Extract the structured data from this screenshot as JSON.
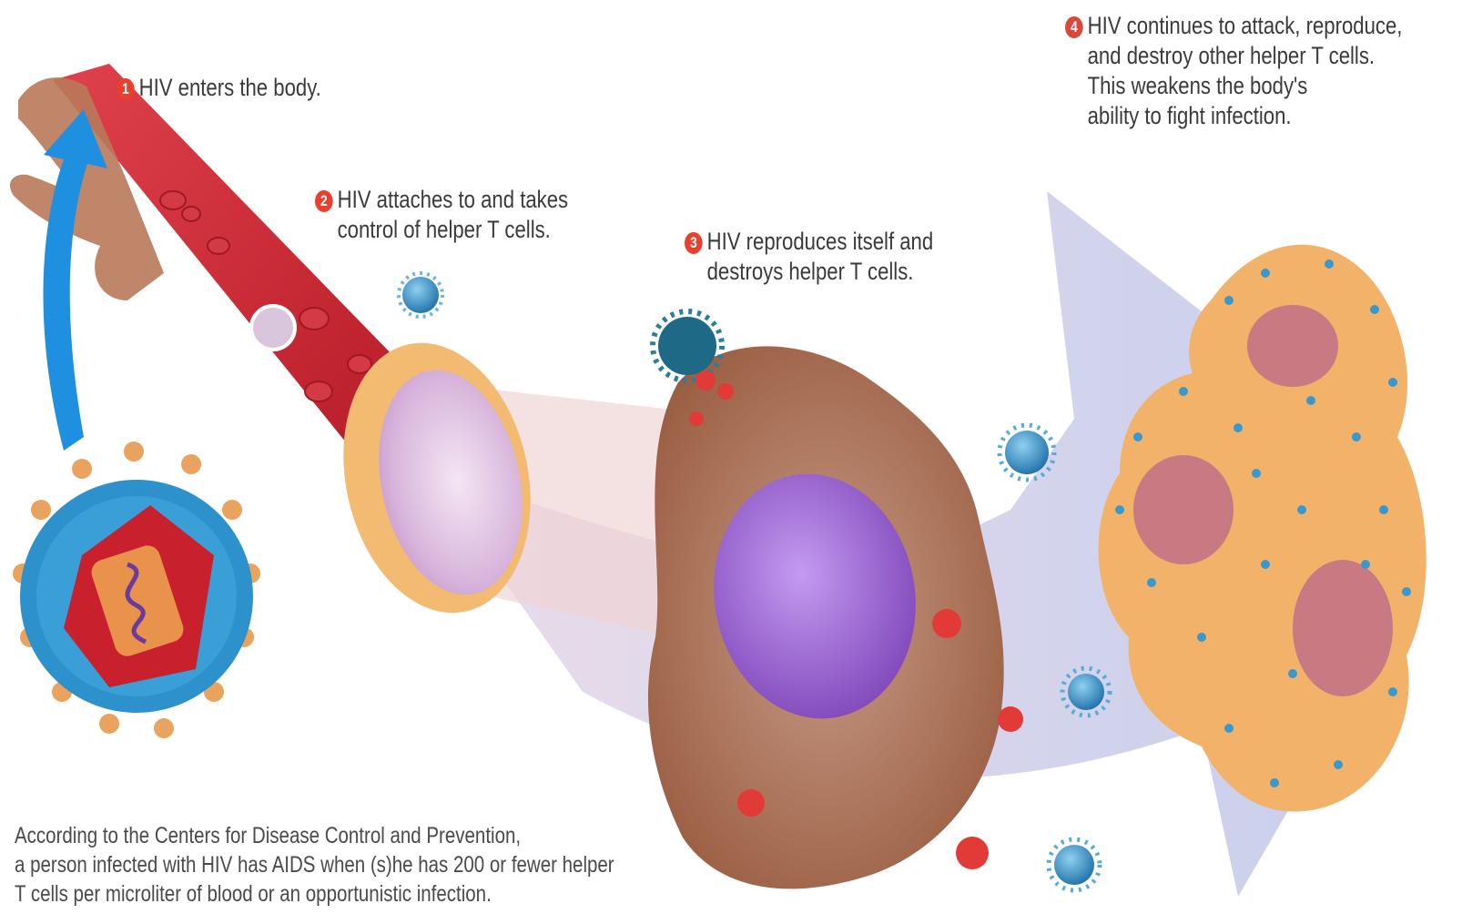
{
  "steps": [
    {
      "number": "1",
      "lines": [
        "HIV enters the body."
      ]
    },
    {
      "number": "2",
      "lines": [
        "HIV attaches to and takes",
        "control of helper T cells."
      ]
    },
    {
      "number": "3",
      "lines": [
        "HIV reproduces itself and",
        "destroys helper T cells."
      ]
    },
    {
      "number": "4",
      "lines": [
        "HIV continues to attack, reproduce,",
        "and destroy other helper T cells.",
        "This weakens the body's",
        "ability to fight infection."
      ]
    }
  ],
  "caption": {
    "lines": [
      "According to the Centers for Disease Control and Prevention,",
      "a person infected with HIV has AIDS when (s)he has 200 or fewer helper",
      "T cells per microliter of blood or an opportunistic infection."
    ]
  },
  "colors": {
    "step_badge": "#e8402f",
    "step4_badge": "#d9483a",
    "blue_arrow": "#1f8fe0",
    "big_arrow": "#c9d0ea",
    "vessel": "#c9202c",
    "tcell_membrane": "#f0b36a",
    "tcell_nucleus": "#d9b2dc",
    "infected_cell": "#a5694a",
    "nucleus_purple": "#9b5fd0",
    "virus_blue": "#2e8fc4",
    "destroyed_cell": "#f2b26a"
  }
}
